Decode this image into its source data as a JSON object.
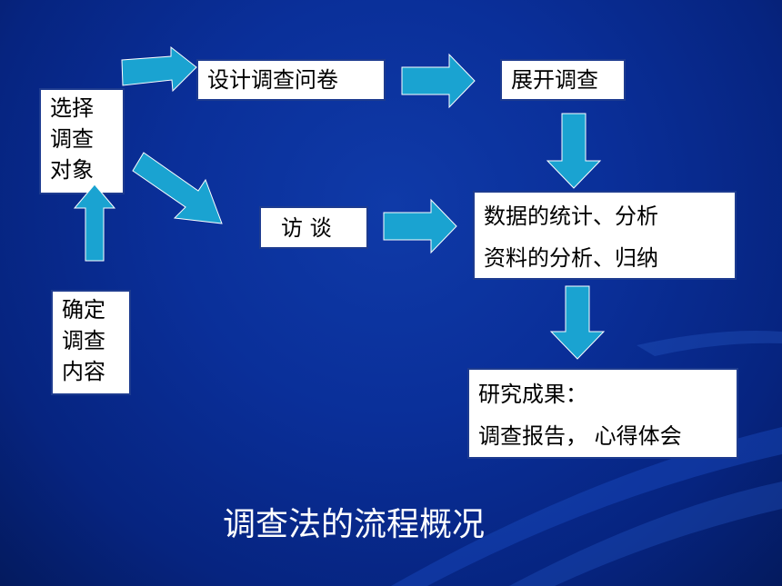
{
  "slide": {
    "title": "调查法的流程概况",
    "background_color": "#0a2f99",
    "arrow_color": "#1aa3d1"
  },
  "nodes": {
    "select": {
      "lines": [
        "选择",
        "调查",
        "对象"
      ]
    },
    "determine": {
      "lines": [
        "确定",
        "调查",
        "内容"
      ]
    },
    "design": {
      "text": "设计调查问卷"
    },
    "conduct": {
      "text": "展开调查"
    },
    "interview": {
      "text": "访 谈"
    },
    "analysis": {
      "lines": [
        "数据的统计、分析",
        "资料的分析、归纳"
      ]
    },
    "results": {
      "lines": [
        "研究成果：",
        "调查报告， 心得体会"
      ]
    }
  },
  "edges": [
    {
      "from": "determine",
      "to": "select"
    },
    {
      "from": "select",
      "to": "design"
    },
    {
      "from": "select",
      "to": "interview"
    },
    {
      "from": "design",
      "to": "conduct"
    },
    {
      "from": "conduct",
      "to": "analysis"
    },
    {
      "from": "interview",
      "to": "analysis"
    },
    {
      "from": "analysis",
      "to": "results"
    }
  ]
}
